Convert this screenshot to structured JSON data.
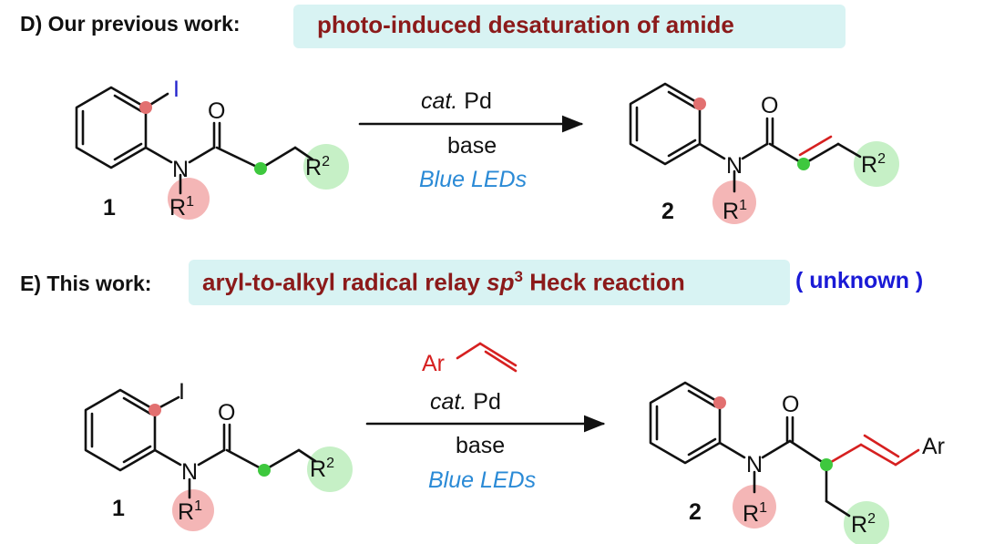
{
  "section_d": {
    "label": "D) Our previous work:",
    "title": "photo-induced desaturation of amide",
    "start_number": "1",
    "product_number": "2",
    "reagents": {
      "catalyst_italic": "cat.",
      "catalyst_rest": "Pd",
      "base": "base",
      "light": "Blue LEDs"
    }
  },
  "section_e": {
    "label": "E) This work:",
    "title_pre": "aryl-to-alkyl radical relay ",
    "title_sp": "sp",
    "title_sup": "3",
    "title_post": " Heck reaction",
    "note": "( unknown )",
    "start_number": "1",
    "product_number": "2",
    "reagents": {
      "alkene_group": "Ar",
      "catalyst_italic": "cat.",
      "catalyst_rest": "Pd",
      "base": "base",
      "light": "Blue LEDs"
    },
    "product_aryl": "Ar"
  },
  "atoms": {
    "iodine": "I",
    "oxygen": "O",
    "nitrogen": "N",
    "r1": "R",
    "r1_sup": "1",
    "r2": "R",
    "r2_sup": "2"
  },
  "colors": {
    "title_text": "#8b1a1a",
    "pill_bg": "#d8f3f3",
    "note_blue": "#1a1ad6",
    "light_blue": "#2a8ad6",
    "iodine_blue": "#2222cc",
    "reagent_red": "#d62020",
    "highlight_red": "#f4b6b6",
    "highlight_green": "#c6f0c6",
    "dot_green": "#3ec83e",
    "dot_red": "#e27070"
  }
}
